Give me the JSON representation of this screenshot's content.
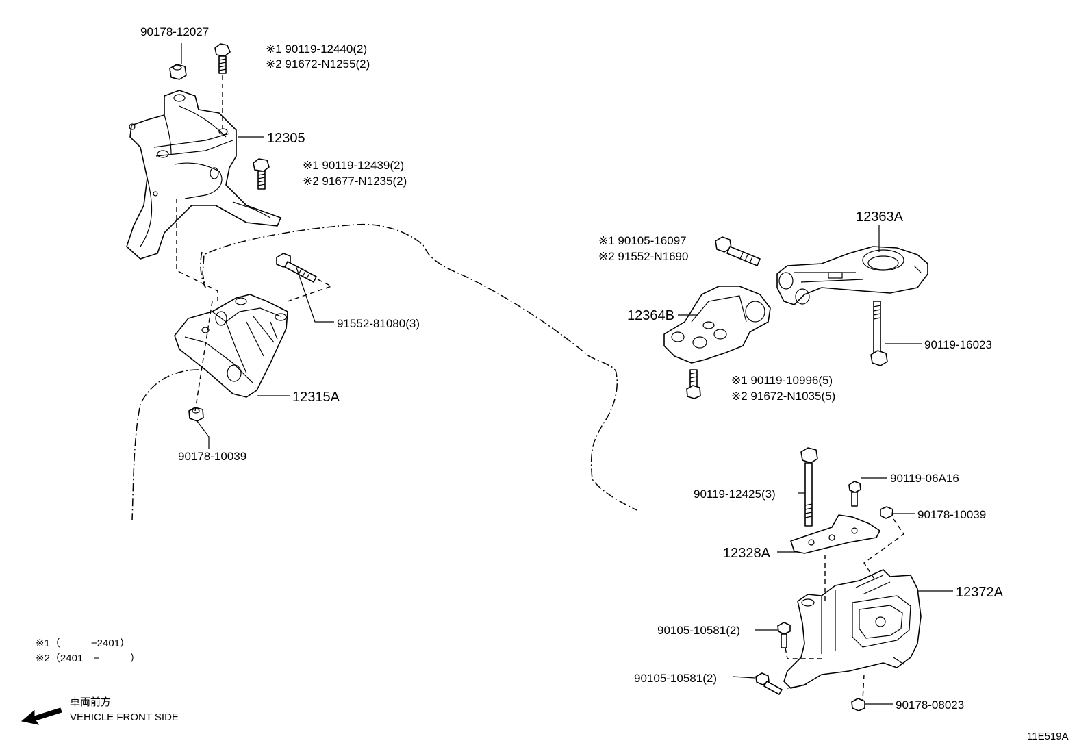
{
  "diagram_code": "11E519A",
  "legend": {
    "note1": "※1（　　　−2401）",
    "note2": "※2（2401　−　　　）"
  },
  "direction": {
    "label_jp": "車両前方",
    "label_en": "VEHICLE FRONT SIDE"
  },
  "labels": {
    "l_90178_12027": "90178-12027",
    "l_bolt1_a": "※1 90119-12440(2)",
    "l_bolt1_b": "※2 91672-N1255(2)",
    "l_12305": "12305",
    "l_bolt2_a": "※1 90119-12439(2)",
    "l_bolt2_b": "※2 91677-N1235(2)",
    "l_91552_81080": "91552-81080(3)",
    "l_12315A": "12315A",
    "l_90178_10039_left": "90178-10039",
    "l_12363A": "12363A",
    "l_bolt3_a": "※1 90105-16097",
    "l_bolt3_b": "※2 91552-N1690",
    "l_12364B": "12364B",
    "l_90119_16023": "90119-16023",
    "l_bolt4_a": "※1 90119-10996(5)",
    "l_bolt4_b": "※2 91672-N1035(5)",
    "l_90119_06A16": "90119-06A16",
    "l_90119_12425": "90119-12425(3)",
    "l_90178_10039_right": "90178-10039",
    "l_12328A": "12328A",
    "l_12372A": "12372A",
    "l_90105_10581_a": "90105-10581(2)",
    "l_90105_10581_b": "90105-10581(2)",
    "l_90178_08023": "90178-08023"
  }
}
